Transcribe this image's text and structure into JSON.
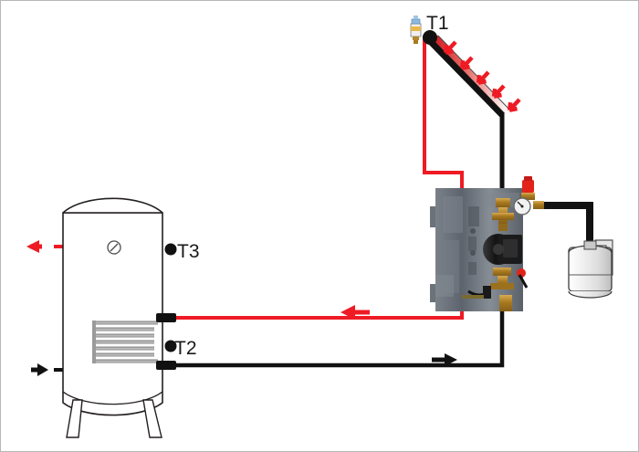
{
  "diagram": {
    "title": "Solar thermal system schematic",
    "background": "#ffffff",
    "border_color": "#b7b7b7",
    "colors": {
      "hot_flow": "#ee1b24",
      "cold_return": "#000000",
      "tank_outline": "#231f20",
      "coil": "#a8a8a8",
      "insulation": "#6e747c",
      "brass": "#b5862b",
      "pump_body": "#111111",
      "valve_red": "#e2231a",
      "gauge_face": "#f2f2f2",
      "vent_blue": "#8fb9de"
    }
  },
  "sensors": [
    {
      "id": "T1",
      "label": "T1",
      "location": "collector-outlet"
    },
    {
      "id": "T2",
      "label": "T2",
      "location": "tank-lower-coil"
    },
    {
      "id": "T3",
      "label": "T3",
      "location": "tank-upper"
    }
  ],
  "components": {
    "collector": {
      "name": "solar-collector",
      "tilt_degrees": 52,
      "irradiation_arrows": 5
    },
    "air_vent": {
      "name": "air-vent-valve"
    },
    "pump_station": {
      "name": "solar-pump-station"
    },
    "expansion_vessel": {
      "name": "expansion-vessel"
    },
    "storage_tank": {
      "name": "hot-water-storage-tank",
      "has_coil": true,
      "legs": 2
    },
    "safety_valve": {
      "name": "safety-relief-valve"
    },
    "pressure_gauge": {
      "name": "pressure-gauge"
    },
    "circulator_pump": {
      "name": "circulator-pump"
    },
    "ball_valve": {
      "name": "ball-valve-handle"
    }
  },
  "ports": {
    "hot_outlet": {
      "name": "hot-water-outlet",
      "direction": "left",
      "color": "#ee1b24"
    },
    "cold_inlet": {
      "name": "cold-water-inlet",
      "direction": "right",
      "color": "#000000"
    }
  },
  "flow_arrows": [
    {
      "name": "hot-outlet-arrow",
      "direction": "left",
      "color": "#ee1b24"
    },
    {
      "name": "cold-inlet-arrow",
      "direction": "right",
      "color": "#000000"
    },
    {
      "name": "collector-return-arrow",
      "direction": "left",
      "color": "#ee1b24"
    },
    {
      "name": "collector-supply-arrow",
      "direction": "right",
      "color": "#000000"
    }
  ]
}
